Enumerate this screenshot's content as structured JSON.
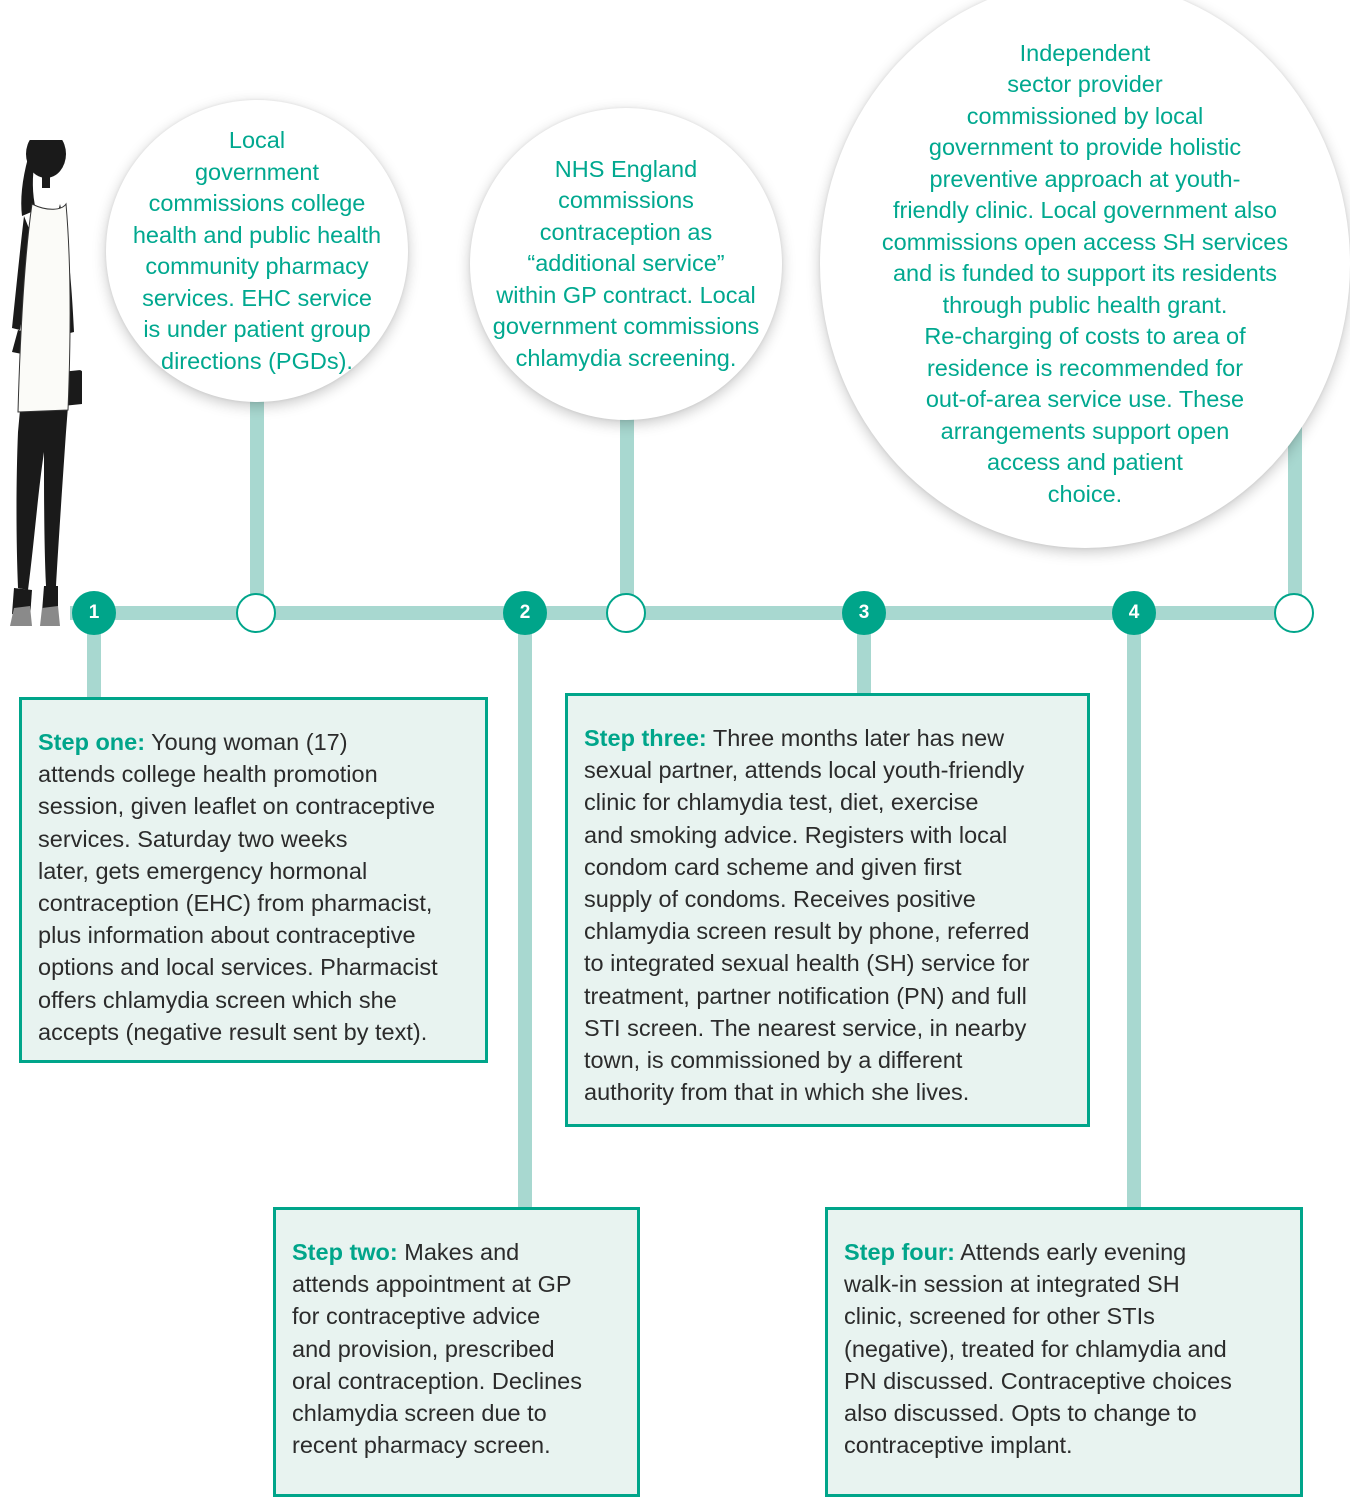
{
  "bubbles": [
    {
      "lines": [
        "Local",
        "government",
        "commissions college",
        "health and public health",
        "community pharmacy",
        "services. EHC service",
        "is under patient group",
        "directions (PGDs)."
      ]
    },
    {
      "lines": [
        "NHS England",
        "commissions",
        "contraception as",
        "“additional service”",
        "within GP contract. Local",
        "government commissions",
        "chlamydia screening."
      ]
    },
    {
      "lines": [
        "Independent",
        "sector provider",
        "commissioned by local",
        "government to provide holistic",
        "preventive approach at youth-",
        "friendly clinic. Local government also",
        "commissions open access SH services",
        "and is funded to support its residents",
        "through public health grant.",
        "Re-charging of costs to area of",
        "residence is recommended for",
        "out-of-area service use. These",
        "arrangements support open",
        "access and patient",
        "choice."
      ]
    }
  ],
  "step_numbers": [
    "1",
    "2",
    "3",
    "4"
  ],
  "steps": [
    {
      "label": "Step one:",
      "lines": [
        " Young woman (17)",
        "attends college health promotion",
        "session, given leaflet on contraceptive",
        "services. Saturday two weeks",
        "later, gets emergency hormonal",
        "contraception (EHC) from pharmacist,",
        "plus information about contraceptive",
        "options and local services. Pharmacist",
        "offers chlamydia screen which she",
        "accepts (negative result sent by text)."
      ]
    },
    {
      "label": "Step two:",
      "lines": [
        " Makes and",
        "attends appointment at GP",
        "for contraceptive advice",
        "and provision, prescribed",
        "oral contraception. Declines",
        "chlamydia screen due to",
        "recent pharmacy screen."
      ]
    },
    {
      "label": "Step three:",
      "lines": [
        " Three months later has new",
        "sexual partner, attends local youth-friendly",
        "clinic for chlamydia test, diet, exercise",
        "and smoking advice. Registers with local",
        "condom card scheme and given first",
        "supply of condoms. Receives positive",
        "chlamydia screen result by phone, referred",
        "to integrated sexual health (SH) service for",
        "treatment, partner notification (PN) and full",
        "STI screen. The nearest service, in nearby",
        "town, is commissioned by a different",
        "authority from that in which she lives."
      ]
    },
    {
      "label": "Step four:",
      "lines": [
        " Attends early evening",
        "walk-in session at integrated SH",
        "clinic, screened for other STIs",
        "(negative), treated for chlamydia and",
        "PN discussed. Contraceptive choices",
        "also discussed. Opts to change to",
        "contraceptive implant."
      ]
    }
  ],
  "colors": {
    "accent": "#00a58a",
    "line": "#a8d8d0",
    "box_fill": "#e8f3f0",
    "body_text": "#2b2b2b"
  }
}
